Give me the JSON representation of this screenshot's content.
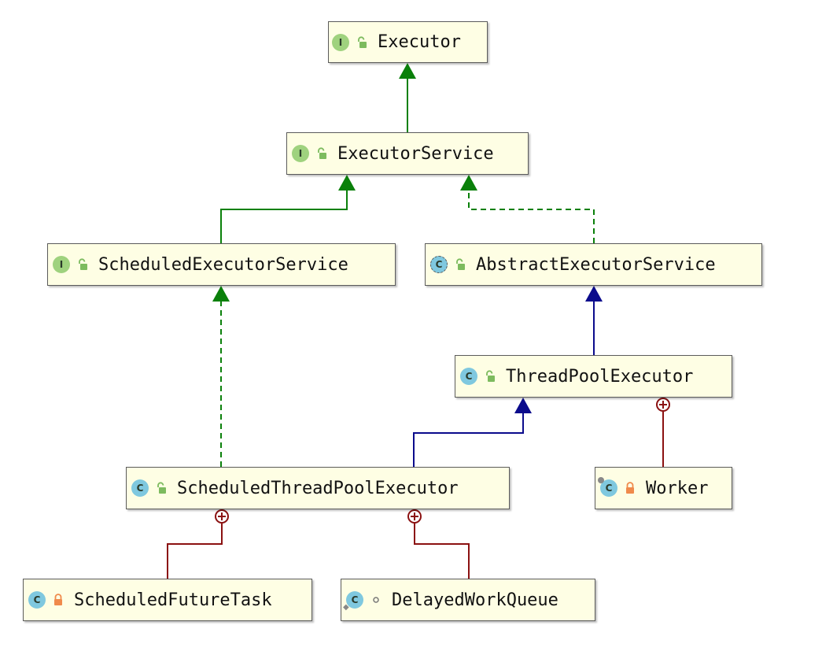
{
  "nodes": [
    {
      "id": "executor",
      "label": "Executor",
      "kind": "interface",
      "kind_letter": "I",
      "visibility": "public-icon"
    },
    {
      "id": "executor_service",
      "label": "ExecutorService",
      "kind": "interface",
      "kind_letter": "I",
      "visibility": "public-icon"
    },
    {
      "id": "scheduled_executor_service",
      "label": "ScheduledExecutorService",
      "kind": "interface",
      "kind_letter": "I",
      "visibility": "public-icon"
    },
    {
      "id": "abstract_executor_service",
      "label": "AbstractExecutorService",
      "kind": "abstract",
      "kind_letter": "C",
      "visibility": "public-icon"
    },
    {
      "id": "thread_pool_executor",
      "label": "ThreadPoolExecutor",
      "kind": "class",
      "kind_letter": "C",
      "visibility": "public-icon"
    },
    {
      "id": "scheduled_thread_pool_executor",
      "label": "ScheduledThreadPoolExecutor",
      "kind": "class",
      "kind_letter": "C",
      "visibility": "public-icon"
    },
    {
      "id": "worker",
      "label": "Worker",
      "kind": "class",
      "kind_letter": "C",
      "visibility": "private-icon"
    },
    {
      "id": "scheduled_future_task",
      "label": "ScheduledFutureTask",
      "kind": "class",
      "kind_letter": "C",
      "visibility": "private-icon"
    },
    {
      "id": "delayed_work_queue",
      "label": "DelayedWorkQueue",
      "kind": "class",
      "kind_letter": "C",
      "visibility": "package-icon"
    }
  ],
  "edges": [
    {
      "from": "executor_service",
      "to": "executor",
      "type": "extends-interface"
    },
    {
      "from": "scheduled_executor_service",
      "to": "executor_service",
      "type": "extends-interface"
    },
    {
      "from": "abstract_executor_service",
      "to": "executor_service",
      "type": "implements"
    },
    {
      "from": "thread_pool_executor",
      "to": "abstract_executor_service",
      "type": "extends-class"
    },
    {
      "from": "scheduled_thread_pool_executor",
      "to": "scheduled_executor_service",
      "type": "implements"
    },
    {
      "from": "scheduled_thread_pool_executor",
      "to": "thread_pool_executor",
      "type": "extends-class"
    },
    {
      "from": "worker",
      "to": "thread_pool_executor",
      "type": "inner-class"
    },
    {
      "from": "scheduled_future_task",
      "to": "scheduled_thread_pool_executor",
      "type": "inner-class"
    },
    {
      "from": "delayed_work_queue",
      "to": "scheduled_thread_pool_executor",
      "type": "inner-class"
    }
  ],
  "colors": {
    "extends_interface": "#0a800a",
    "implements": "#0a800a",
    "extends_class": "#0b0b8c",
    "inner_class": "#8b1111",
    "node_fill": "#fefee4",
    "interface_badge": "#9fd27e",
    "class_badge": "#7fc8df",
    "public_lock": "#7dbb5e",
    "private_lock": "#f08a4b"
  }
}
